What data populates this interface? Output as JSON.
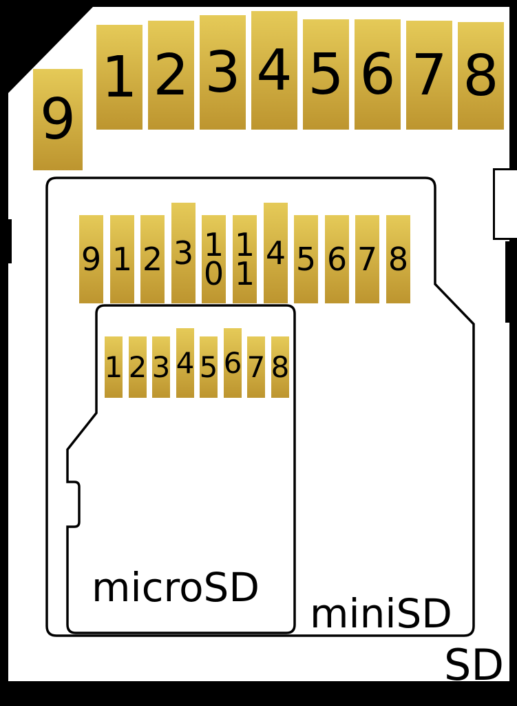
{
  "colors": {
    "background": "#000000",
    "card": "#ffffff",
    "outline": "#000000",
    "pin_gold_dark": "#bd952f",
    "pin_gold_light": "#e5ca58",
    "label_text": "#000000"
  },
  "sd_card": {
    "label": "SD",
    "pin9": {
      "label": "9"
    },
    "pins": [
      {
        "label": "1"
      },
      {
        "label": "2"
      },
      {
        "label": "3"
      },
      {
        "label": "4"
      },
      {
        "label": "5"
      },
      {
        "label": "6"
      },
      {
        "label": "7"
      },
      {
        "label": "8"
      }
    ]
  },
  "minisd_card": {
    "label": "miniSD",
    "pins": [
      {
        "label": "9"
      },
      {
        "label": "1"
      },
      {
        "label": "2"
      },
      {
        "label": "3"
      },
      {
        "label": "10",
        "label_lines": "1\n0"
      },
      {
        "label": "11",
        "label_lines": "1\n1"
      },
      {
        "label": "4"
      },
      {
        "label": "5"
      },
      {
        "label": "6"
      },
      {
        "label": "7"
      },
      {
        "label": "8"
      }
    ]
  },
  "microsd_card": {
    "label": "microSD",
    "pins": [
      {
        "label": "1"
      },
      {
        "label": "2"
      },
      {
        "label": "3"
      },
      {
        "label": "4"
      },
      {
        "label": "5"
      },
      {
        "label": "6"
      },
      {
        "label": "7"
      },
      {
        "label": "8"
      }
    ]
  }
}
